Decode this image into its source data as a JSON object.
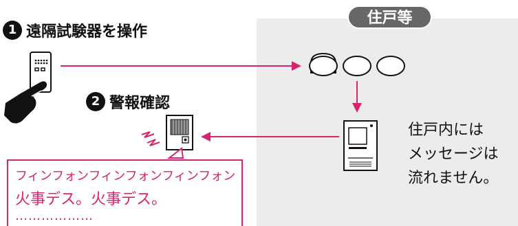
{
  "dwelling_label": "住戸等",
  "steps": [
    {
      "number": "1",
      "text": "遠隔試験器を操作"
    },
    {
      "number": "2",
      "text": "警報確認"
    }
  ],
  "note_lines": [
    "住戸内には",
    "メッセージは",
    "流れません。"
  ],
  "speech": {
    "line1": "フィンフォンフィンフォンフィンフォン",
    "line2": "火事デス。火事デス。",
    "line3": "………………"
  },
  "icons": [
    "remote-tester-icon",
    "pointing-hand-icon",
    "smoke-detector-icon",
    "intercom-master-icon",
    "door-station-icon",
    "sound-wave-icon"
  ],
  "colors": {
    "arrow": "#d6246e",
    "tag_bg": "#676767",
    "dwelling_bg": "#ececec",
    "speech_text": "#d6246e"
  }
}
